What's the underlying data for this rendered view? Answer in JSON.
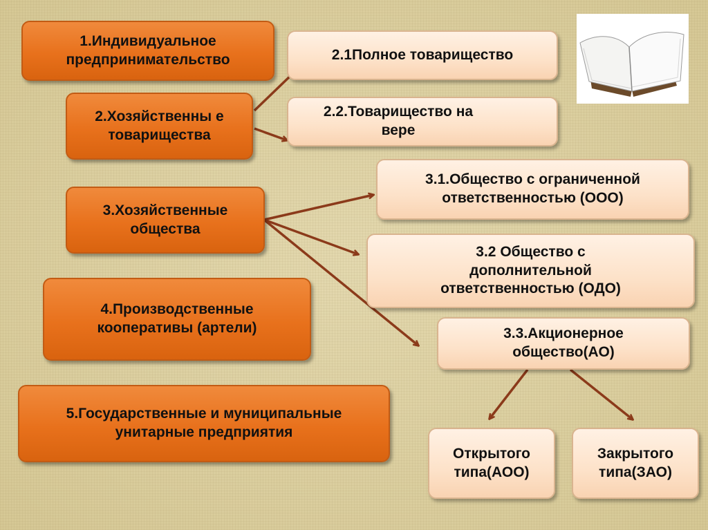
{
  "boxes": {
    "b1": "1.Индивидуальное предпринимательство",
    "b2": "2.Хозяйственны е товарищества",
    "b21": "2.1Полное товарищество",
    "b22": "2.2.Товарищество на вере",
    "b3": "3.Хозяйственные общества",
    "b31": "3.1.Общество с ограниченной ответственностью (ООО)",
    "b32": "3.2 Общество с дополнительной ответственностью (ОДО)",
    "b33": "3.3.Акционерное общество(АО)",
    "b4": "4.Производственные кооперативы (артели)",
    "b5": "5.Государственные и муниципальные унитарные предприятия",
    "open": "Открытого типа(АОО)",
    "closed": "Закрытого типа(ЗАО)"
  },
  "colors": {
    "orange": "#e8711c",
    "peach": "#fde2c9",
    "arrow": "#8b3a1a"
  },
  "icons": [
    "open-book-icon"
  ]
}
